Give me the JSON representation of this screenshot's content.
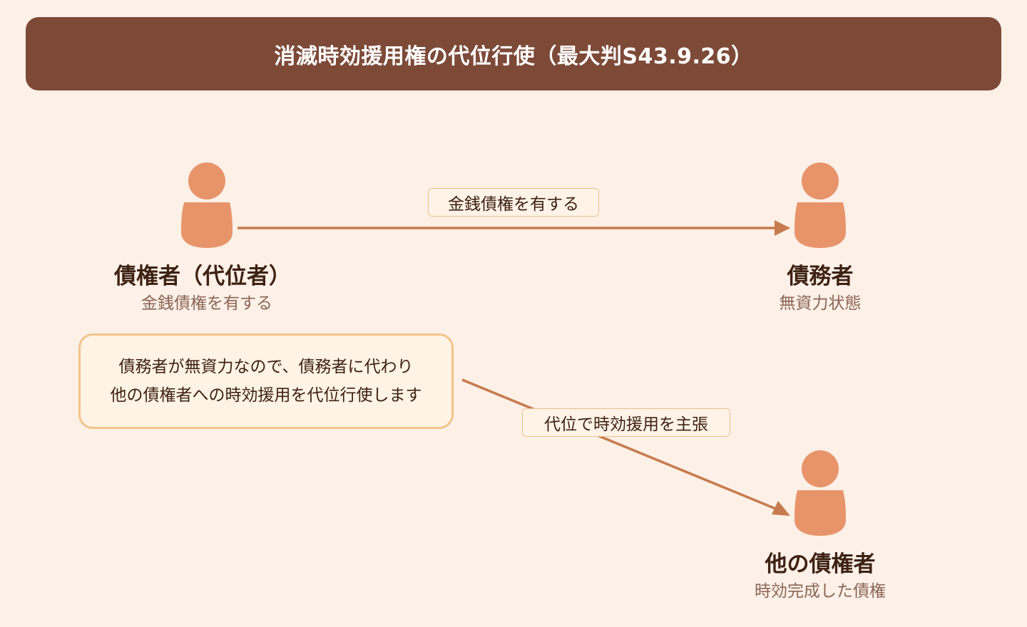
{
  "header": {
    "title": "消滅時効援用権の代位行使（最大判S43.9.26）"
  },
  "nodes": {
    "creditor": {
      "name": "債権者（代位者）",
      "sub": "金銭債権を有する",
      "icon": "person-icon"
    },
    "debtor": {
      "name": "債務者",
      "sub": "無資力状態",
      "icon": "person-icon"
    },
    "other_creditor": {
      "name": "他の債権者",
      "sub": "時効完成した債権",
      "icon": "person-icon"
    }
  },
  "edges": {
    "creditor_to_debtor": {
      "label": "金銭債権を有する"
    },
    "subrogation": {
      "label": "代位で時効援用を主張"
    }
  },
  "note": {
    "lines": [
      "債務者が無資力なので、債務者に代わり",
      "他の債権者への時効援用を代位行使します"
    ]
  },
  "colors": {
    "header": "#7d4a38",
    "person": "#e8946a",
    "arrow": "#c77b4e",
    "background": "#fdf0e7"
  }
}
